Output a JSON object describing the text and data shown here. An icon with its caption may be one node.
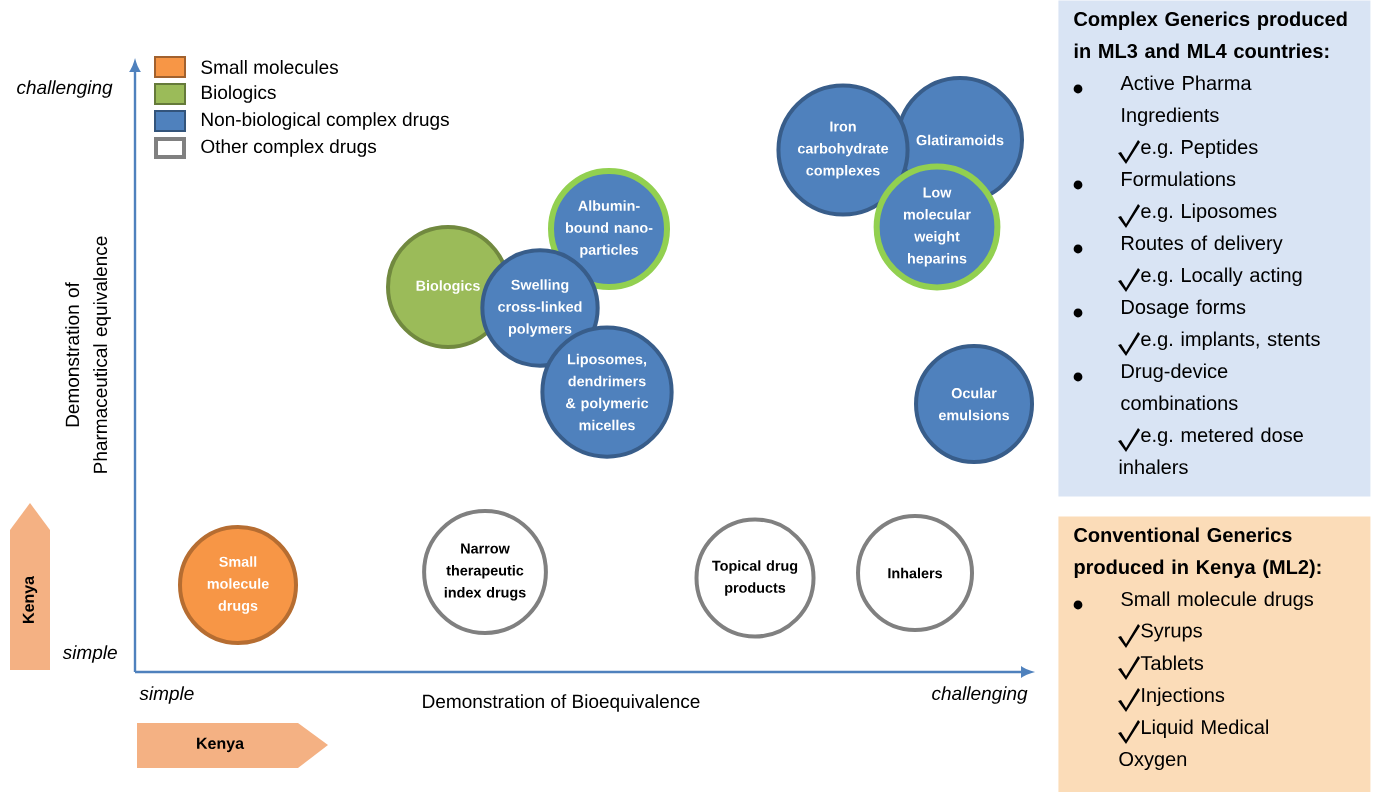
{
  "diagram": {
    "nodes": [
      {
        "text": [
          "Iron carbohydrate complexes"
        ]
      },
      {
        "text": [
          "Glatiramoids"
        ]
      },
      {
        "text": [
          "Albumin-bound nano-particles"
        ]
      },
      {
        "text": [
          "Low molecular weight heparins"
        ]
      },
      {
        "text": [
          "Biologics"
        ]
      },
      {
        "text": [
          "Swelling cross-linked polymers"
        ]
      },
      {
        "text": [
          "Liposomes, dendrimers & polymeric micelles"
        ]
      },
      {
        "text": [
          "Ocular emulsions"
        ]
      },
      {
        "text": [
          "Small molecule drugs"
        ]
      },
      {
        "text": [
          "Narrow therapeutic index drugs"
        ]
      },
      {
        "text": [
          "Topical drug products"
        ]
      },
      {
        "text": [
          "Inhalers"
        ]
      },
      {
        "text": [
          "Complex Generics produced in ML3 and ML4 countries:",
          "Active Pharma Ingredients",
          "e.g. Peptides",
          "Formulations",
          "e.g. Liposomes",
          "Routes of delivery",
          "e.g. Locally acting",
          "Dosage forms",
          "e.g. implants, stents",
          "Drug-device combinations",
          "e.g. metered dose inhalers"
        ]
      },
      {
        "text": [
          "Conventional Generics produced in Kenya (ML2):",
          "Small molecule drugs",
          "Syrups",
          "Tablets",
          "Injections",
          "Liquid Medical Oxygen"
        ]
      },
      {
        "text": [
          "Kenya"
        ]
      },
      {
        "text": [
          "Kenya"
        ]
      }
    ],
    "labels": [
      "challenging",
      "Demonstration of Pharmaceutical equivalence",
      "simple",
      "simple",
      "challenging",
      "Demonstration of Bioequivalence"
    ],
    "legend": [
      {
        "text": "Small molecules",
        "color": "#f79646"
      },
      {
        "text": "Biologics",
        "color": "#9bbb59"
      },
      {
        "text": "Non-biological complex drugs",
        "color": "#4f81bd"
      },
      {
        "text": "Other complex drugs"
      }
    ]
  }
}
